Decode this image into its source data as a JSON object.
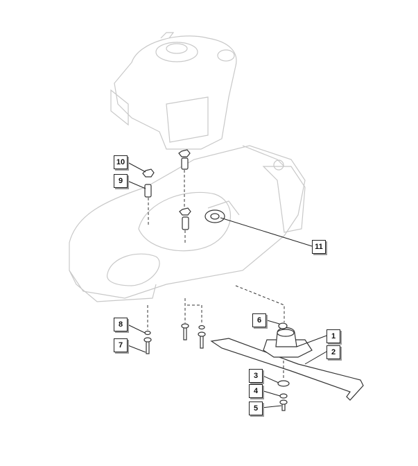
{
  "diagram": {
    "callouts": [
      {
        "id": "c10",
        "label": "10"
      },
      {
        "id": "c9",
        "label": "9"
      },
      {
        "id": "c11",
        "label": "11"
      },
      {
        "id": "c6",
        "label": "6"
      },
      {
        "id": "c1",
        "label": "1"
      },
      {
        "id": "c2",
        "label": "2"
      },
      {
        "id": "c8",
        "label": "8"
      },
      {
        "id": "c7",
        "label": "7"
      },
      {
        "id": "c3",
        "label": "3"
      },
      {
        "id": "c4",
        "label": "4"
      },
      {
        "id": "c5",
        "label": "5"
      }
    ]
  }
}
